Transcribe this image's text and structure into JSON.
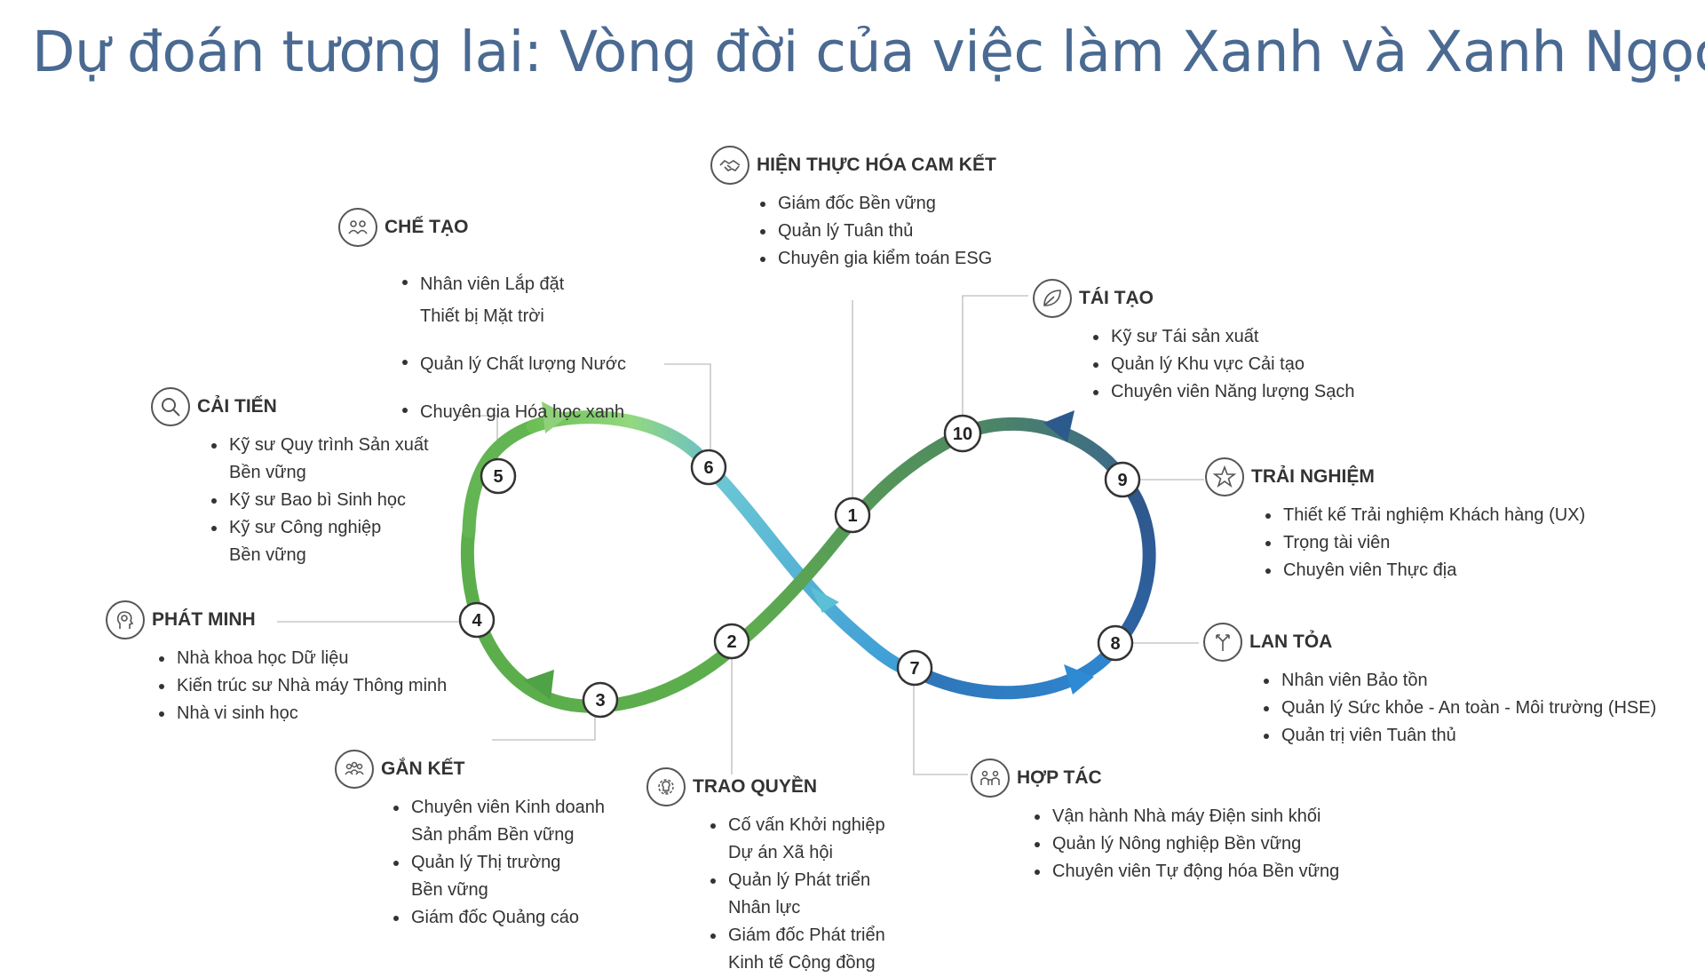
{
  "title": "Dự đoán tương lai: Vòng đời của việc làm Xanh và Xanh Ngọc",
  "nodes": [
    "1",
    "2",
    "3",
    "4",
    "5",
    "6",
    "7",
    "8",
    "9",
    "10"
  ],
  "colors": {
    "title": "#4a6a92",
    "green": "#5fae4f",
    "light_green": "#8fd17a",
    "teal": "#5bbfd6",
    "blue": "#2f7fc4",
    "navy": "#2d5a8c",
    "dark_green": "#4f8a5e"
  },
  "blocks": {
    "hien_thuc_hoa": {
      "icon": "handshake-icon",
      "heading": "HIỆN THỰC HÓA CAM KẾT",
      "items": [
        "Giám đốc Bền vững",
        "Quản lý Tuân thủ",
        "Chuyên gia kiểm toán ESG"
      ]
    },
    "che_tao": {
      "icon": "team-icon",
      "heading": "CHẾ TẠO",
      "items": [
        "Nhân viên Lắp đặt\nThiết bị Mặt trời",
        "Quản lý Chất lượng Nước",
        "Chuyên gia Hóa học xanh"
      ]
    },
    "tai_tao": {
      "icon": "leaf-icon",
      "heading": "TÁI TẠO",
      "items": [
        "Kỹ sư Tái sản xuất",
        "Quản lý Khu vực Cải tạo",
        "Chuyên viên Năng lượng Sạch"
      ]
    },
    "cai_tien": {
      "icon": "magnifier-icon",
      "heading": "CẢI TIẾN",
      "items": [
        "Kỹ sư Quy trình Sản xuất\nBền vững",
        "Kỹ sư Bao bì Sinh học",
        "Kỹ sư Công nghiệp\nBền vững"
      ]
    },
    "trai_nghiem": {
      "icon": "star-icon",
      "heading": "TRẢI NGHIỆM",
      "items": [
        "Thiết kế Trải nghiệm Khách hàng (UX)",
        "Trọng tài viên",
        "Chuyên viên Thực địa"
      ]
    },
    "phat_minh": {
      "icon": "head-idea-icon",
      "heading": "PHÁT MINH",
      "items": [
        "Nhà khoa học Dữ liệu",
        "Kiến trúc sư Nhà máy Thông minh",
        "Nhà vi sinh học"
      ]
    },
    "lan_toa": {
      "icon": "branch-arrows-icon",
      "heading": "LAN TỎA",
      "items": [
        "Nhân viên Bảo tồn",
        "Quản lý Sức khỏe - An toàn - Môi trường (HSE)",
        "Quản trị viên Tuân thủ"
      ]
    },
    "gan_ket": {
      "icon": "group-icon",
      "heading": "GẮN KẾT",
      "items": [
        "Chuyên viên Kinh doanh\nSản phẩm Bền vững",
        "Quản lý Thị trường\nBền vững",
        "Giám đốc Quảng cáo"
      ]
    },
    "trao_quyen": {
      "icon": "gear-bulb-icon",
      "heading": "TRAO QUYỀN",
      "items": [
        "Cố vấn Khởi nghiệp\nDự án Xã hội",
        "Quản lý Phát triển\nNhân lực",
        "Giám đốc Phát triển\nKinh tế Cộng đồng"
      ]
    },
    "hop_tac": {
      "icon": "collaboration-icon",
      "heading": "HỢP TÁC",
      "items": [
        "Vận hành Nhà máy Điện sinh khối",
        "Quản lý Nông nghiệp Bền vững",
        "Chuyên viên Tự động hóa Bền vững"
      ]
    }
  }
}
